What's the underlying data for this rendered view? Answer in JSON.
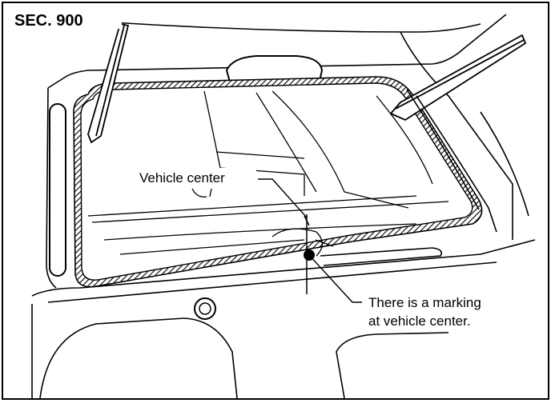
{
  "section_label": "SEC. 900",
  "labels": {
    "vehicle_center": "Vehicle center",
    "marking_line1": "There is a marking",
    "marking_line2": "at vehicle center."
  },
  "colors": {
    "ink": "#000000",
    "background": "#ffffff"
  }
}
